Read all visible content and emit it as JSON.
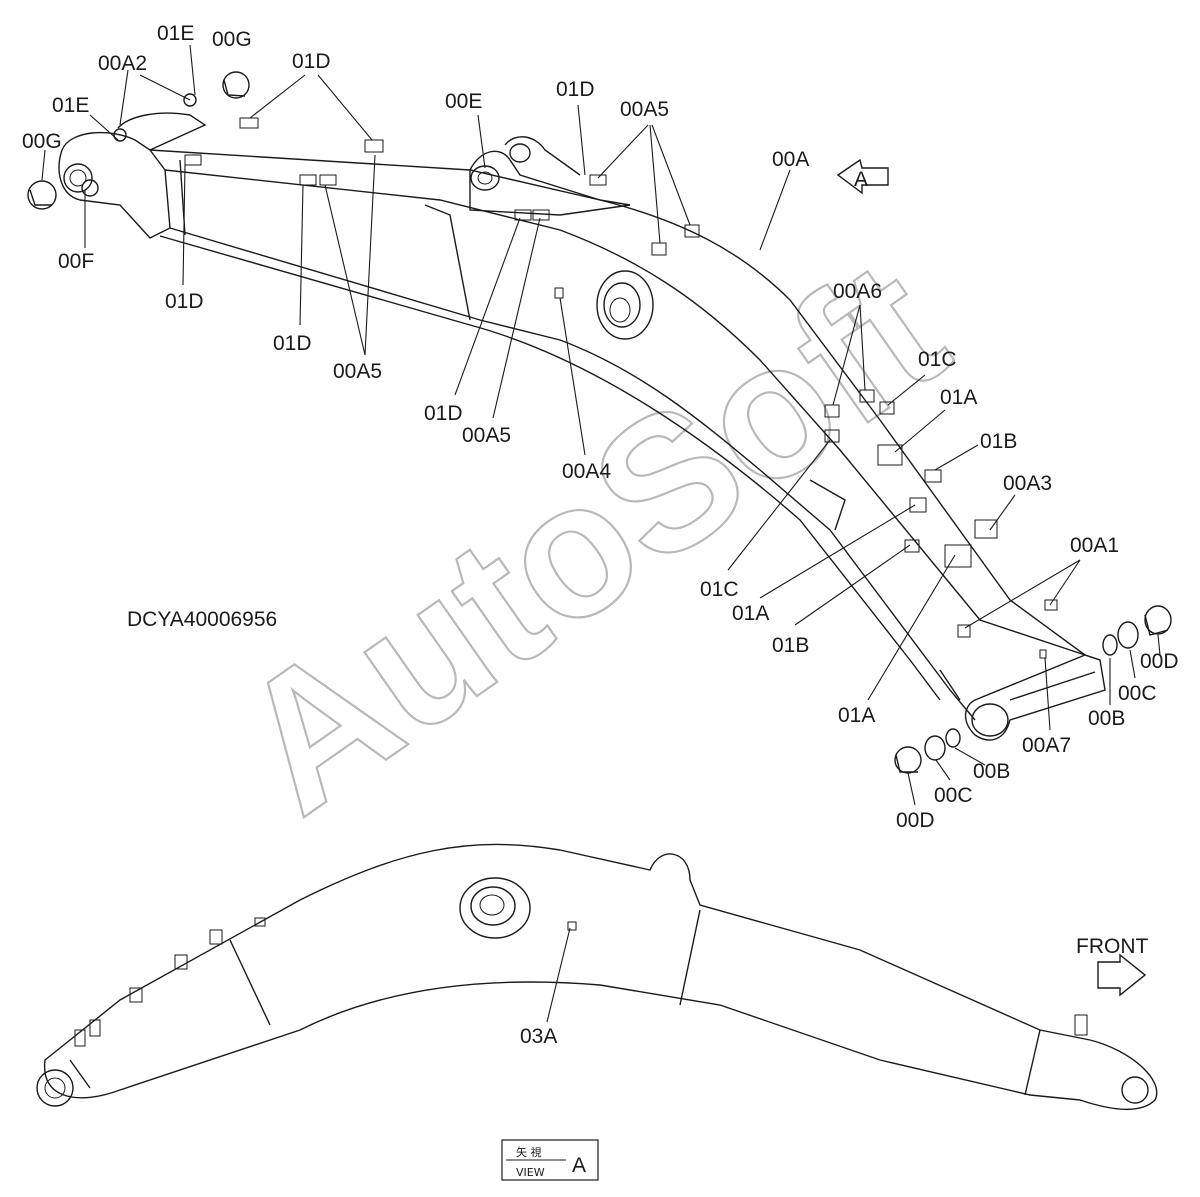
{
  "drawing_id": "DCYA40006956",
  "watermark": "AutoSoft",
  "front_label": "FRONT",
  "view_box": {
    "kanji": "矢 視",
    "word": "VIEW",
    "letter": "A"
  },
  "view_arrow_letter": "A",
  "labels": {
    "l_01E_top": "01E",
    "l_00G_top": "00G",
    "l_00A2": "00A2",
    "l_01D_top": "01D",
    "l_01E_left": "01E",
    "l_00G_left": "00G",
    "l_00F": "00F",
    "l_01D_a": "01D",
    "l_01D_b": "01D",
    "l_00A5_a": "00A5",
    "l_00E": "00E",
    "l_01D_mid": "01D",
    "l_00A5_top": "00A5",
    "l_00A": "00A",
    "l_01D_c": "01D",
    "l_00A5_b": "00A5",
    "l_00A4": "00A4",
    "l_00A6": "00A6",
    "l_01C_top": "01C",
    "l_01A_top": "01A",
    "l_01B_top": "01B",
    "l_00A3": "00A3",
    "l_00A1": "00A1",
    "l_01C_low": "01C",
    "l_01A_mid": "01A",
    "l_01B_low": "01B",
    "l_01A_low": "01A",
    "l_00D_right": "00D",
    "l_00C_right": "00C",
    "l_00B_right": "00B",
    "l_00A7": "00A7",
    "l_00B_low": "00B",
    "l_00C_low": "00C",
    "l_00D_low": "00D",
    "l_03A": "03A"
  }
}
